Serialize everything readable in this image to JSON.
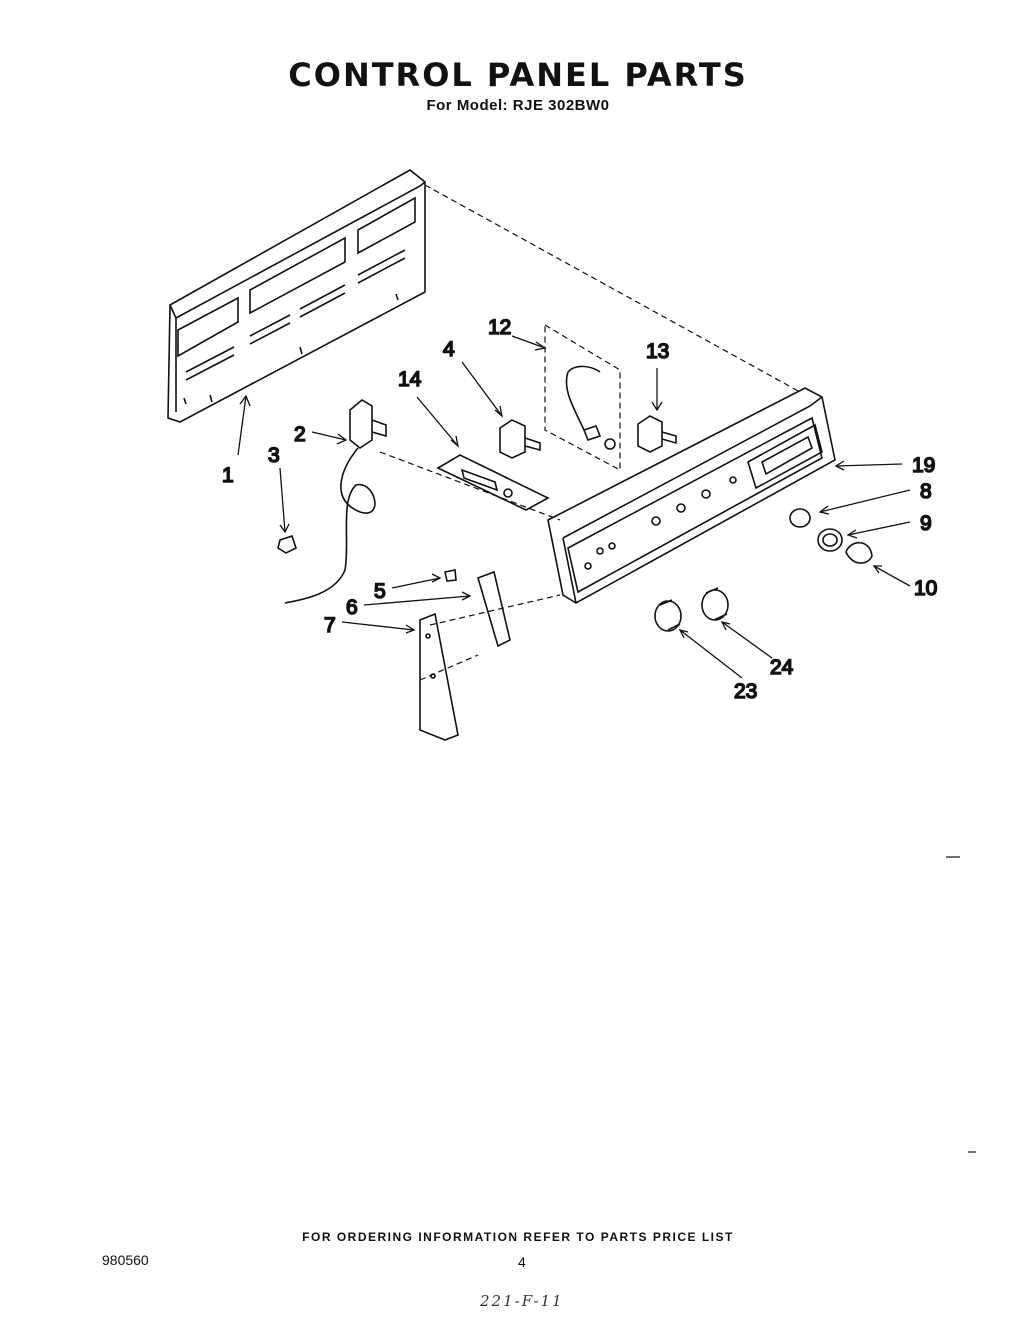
{
  "title": "CONTROL PANEL PARTS",
  "subtitle": "For Model: RJE 302BW0",
  "footer": "FOR ORDERING INFORMATION REFER TO PARTS PRICE LIST",
  "doc_number": "980560",
  "page_number": "4",
  "handwritten_note": "221-F-11",
  "callouts": {
    "c1": "1",
    "c2": "2",
    "c3": "3",
    "c4": "4",
    "c5": "5",
    "c6": "6",
    "c7": "7",
    "c8": "8",
    "c9": "9",
    "c10": "10",
    "c12": "12",
    "c13": "13",
    "c14": "14",
    "c19": "19",
    "c23": "23",
    "c24": "24"
  }
}
